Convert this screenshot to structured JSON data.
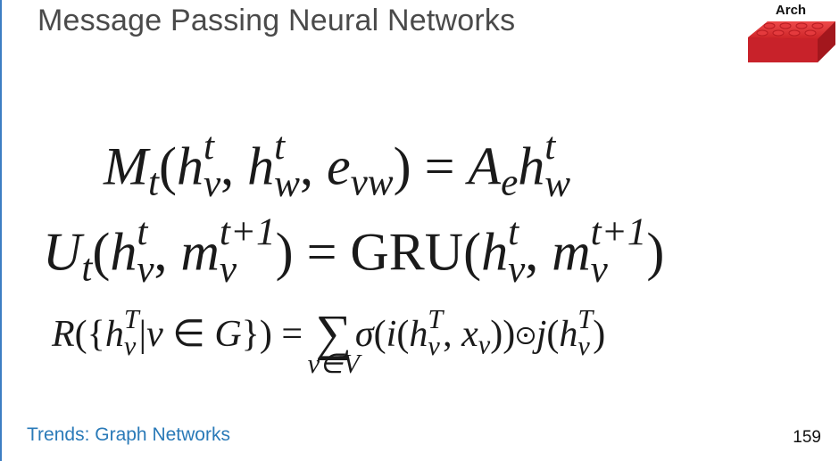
{
  "slide": {
    "title": "Message Passing Neural Networks",
    "badge_label": "Arch",
    "footer_link": "Trends: Graph Networks",
    "page_number": "159"
  },
  "icons": {
    "badge_icon": "lego-brick-icon",
    "brick_color": "#d9272e"
  },
  "equations": {
    "message": {
      "M": "M",
      "t": "t",
      "open": "(",
      "h1": "h",
      "h1_sup": "t",
      "h1_sub": "v",
      "comma1": ", ",
      "h2": "h",
      "h2_sup": "t",
      "h2_sub": "w",
      "comma2": ", ",
      "e": "e",
      "e_sub": "vw",
      "close": ")",
      "equals": " = ",
      "A": "A",
      "A_sub": "e",
      "h3": "h",
      "h3_sup": "t",
      "h3_sub": "w"
    },
    "update": {
      "U": "U",
      "t": "t",
      "open": "(",
      "h": "h",
      "h_sup": "t",
      "h_sub": "v",
      "comma1": ", ",
      "m": "m",
      "m_sup": "t+1",
      "m_sub": "v",
      "close": ")",
      "equals": " = ",
      "gru": "GRU",
      "open2": "(",
      "h2": "h",
      "h2_sup": "t",
      "h2_sub": "v",
      "comma2": ", ",
      "m2": "m",
      "m2_sup": "t+1",
      "m2_sub": "v",
      "close2": ")"
    },
    "readout": {
      "R": "R",
      "open": "({",
      "h": "h",
      "h_sup": "T",
      "h_sub": "v",
      "bar": "|",
      "v": "v",
      "in": " ∈ ",
      "G": "G",
      "close": "})",
      "equals": " = ",
      "sum": "∑",
      "sum_sub": "v∈V",
      "sigma": "σ",
      "open2": "(",
      "i": "i",
      "open3": "(",
      "h2": "h",
      "h2_sup": "T",
      "h2_sub": "v",
      "comma": ", ",
      "x": "x",
      "x_sub": "v",
      "close3": "))",
      "j": "j",
      "open4": "(",
      "h3": "h",
      "h3_sup": "T",
      "h3_sub": "v",
      "close4": ")"
    }
  }
}
